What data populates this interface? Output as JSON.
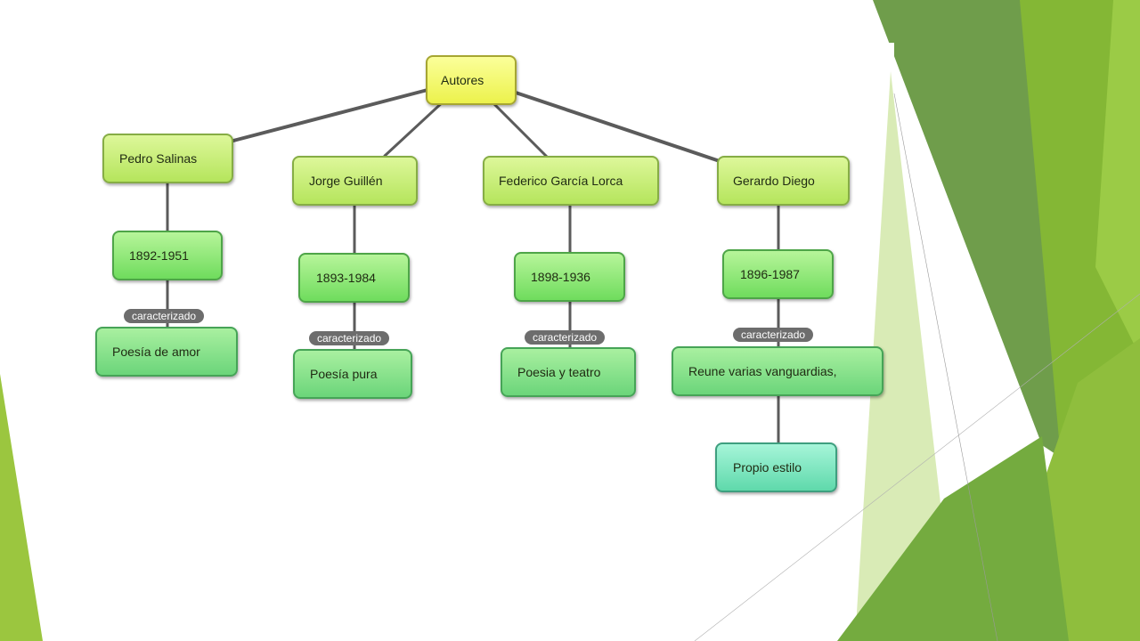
{
  "colors": {
    "accent_green": "#8dc33b",
    "dark_green": "#5f9c33",
    "link": "#5b5b5b",
    "root_yellow": "#f1f55a"
  },
  "diagram": {
    "root": {
      "label": "Autores"
    },
    "authors": [
      {
        "name": "Pedro Salinas",
        "years": "1892-1951",
        "link_label": "caracterizado",
        "trait": "Poesía de amor"
      },
      {
        "name": "Jorge Guillén",
        "years": "1893-1984",
        "link_label": "caracterizado",
        "trait": "Poesía pura"
      },
      {
        "name": "Federico García Lorca",
        "years": "1898-1936",
        "link_label": "caracterizado",
        "trait": "Poesia y teatro"
      },
      {
        "name": "Gerardo Diego",
        "years": "1896-1987",
        "link_label": "caracterizado",
        "trait": "Reune varias vanguardias,",
        "extra": "Propio estilo"
      }
    ]
  }
}
